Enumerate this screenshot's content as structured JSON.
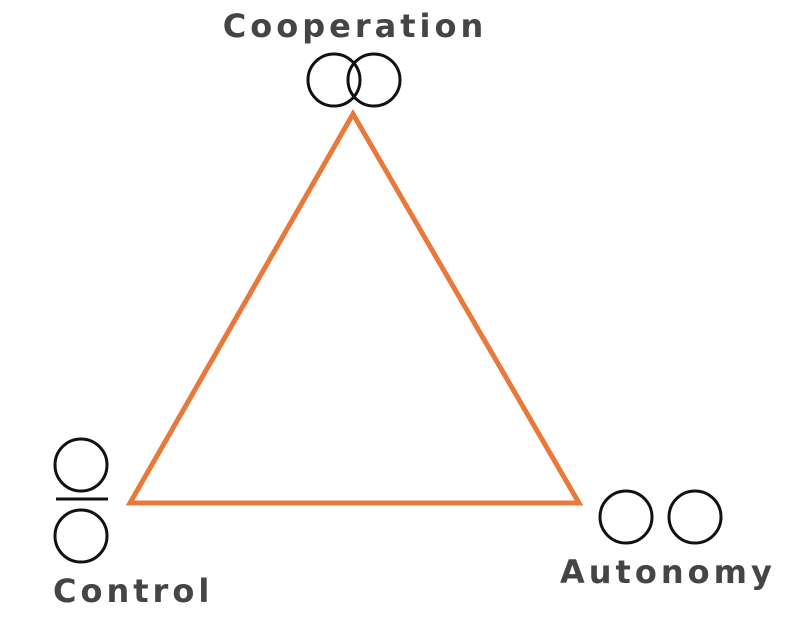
{
  "diagram": {
    "colors": {
      "triangle_stroke": "#E8793A",
      "label_text": "#454545",
      "icon_stroke": "#111111",
      "background": "#FFFFFF"
    },
    "vertices": {
      "top": {
        "label": "Cooperation",
        "icon": "overlapping-circles-icon"
      },
      "bottom_left": {
        "label": "Control",
        "icon": "stacked-circles-divided-icon"
      },
      "bottom_right": {
        "label": "Autonomy",
        "icon": "separate-circles-icon"
      }
    }
  }
}
